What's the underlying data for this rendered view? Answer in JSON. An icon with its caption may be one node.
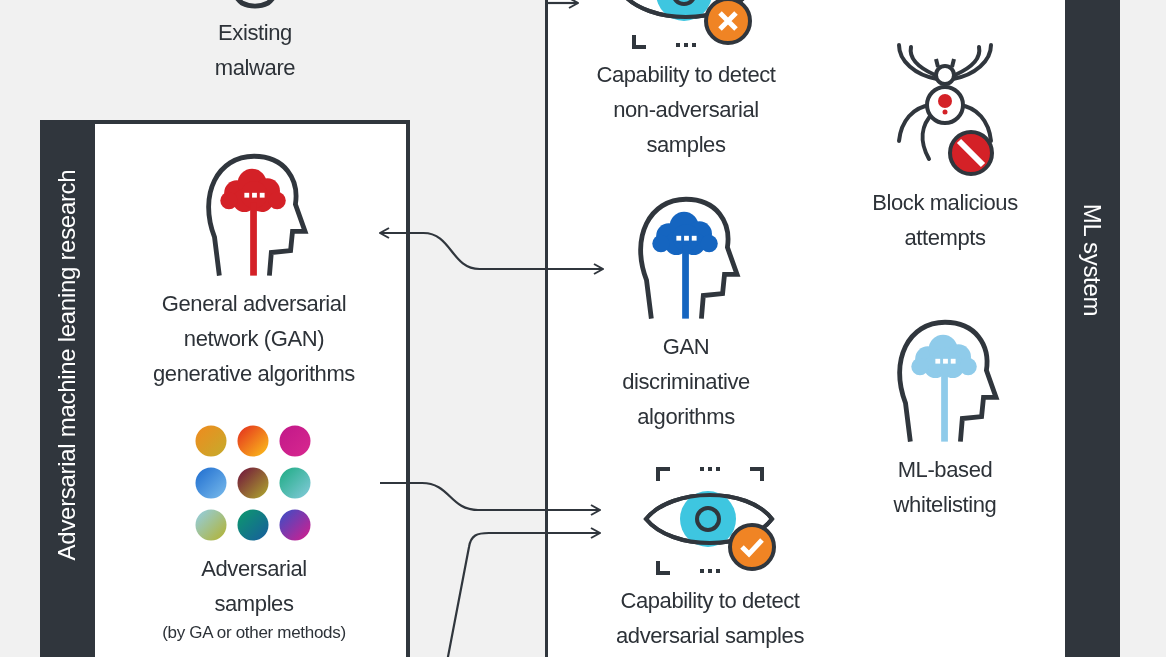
{
  "diagram": {
    "nodes": [
      {
        "text": [
          "Adversarial machine leaning research"
        ]
      },
      {
        "text": [
          "General adversarial network (GAN) generative algorithms"
        ],
        "in": 0
      },
      {
        "text": [
          "Adversarial samples",
          "(by GA or other methods)"
        ],
        "in": 0
      },
      {
        "text": [
          "Existing malware"
        ]
      },
      {
        "text": [
          "ML system"
        ]
      },
      {
        "text": [
          "Capability to detect non-adversarial samples"
        ],
        "in": 4
      },
      {
        "text": [
          "GAN discriminative algorithms"
        ],
        "in": 4
      },
      {
        "text": [
          "Capability to detect adversarial samples"
        ],
        "in": 4
      },
      {
        "text": [
          "Block malicious attempts"
        ],
        "in": 4
      },
      {
        "text": [
          "ML-based whitelisting"
        ],
        "in": 4
      }
    ],
    "edges": [
      {
        "from": 1,
        "to": 6,
        "arrow": "both"
      },
      {
        "from": 2,
        "to": 7,
        "arrow": "to"
      },
      {
        "from": null,
        "to": 7,
        "arrow": "to"
      },
      {
        "from": null,
        "to": 5,
        "arrow": "to"
      }
    ]
  }
}
